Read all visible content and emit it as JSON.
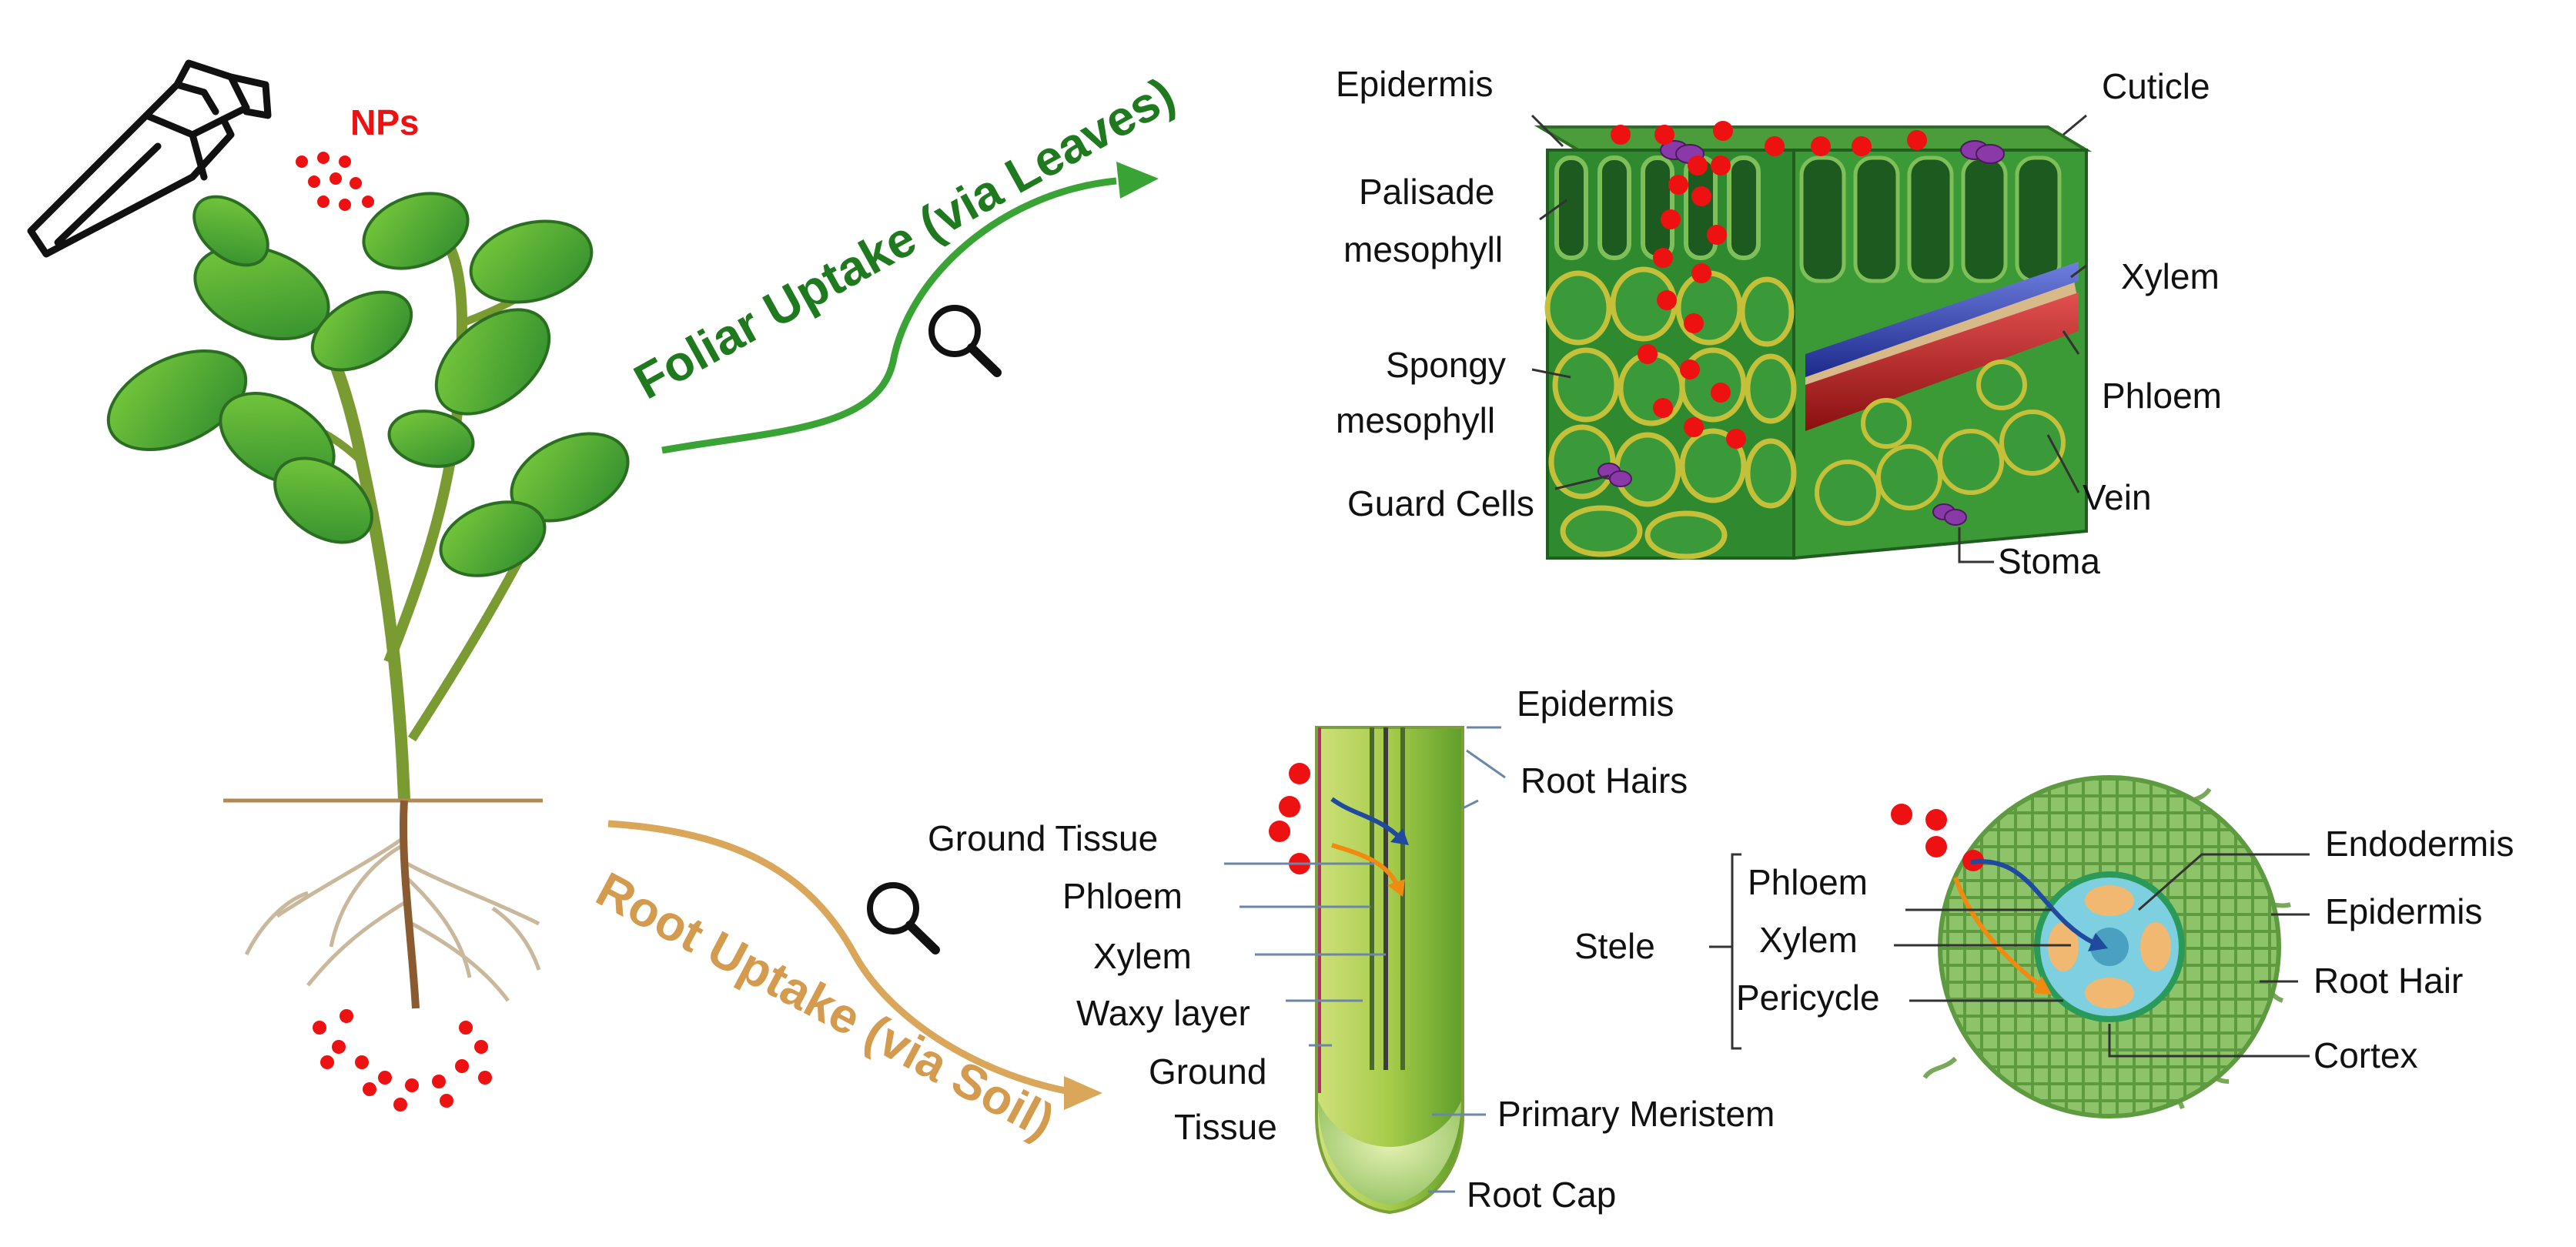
{
  "nanoparticle_label": "NPs",
  "pathways": {
    "foliar": "Foliar Uptake (via Leaves)",
    "root": "Root Uptake (via Soil)"
  },
  "leaf_section": {
    "labels": {
      "epidermis": "Epidermis",
      "palisade_1": "Palisade",
      "palisade_2": "mesophyll",
      "spongy_1": "Spongy",
      "spongy_2": "mesophyll",
      "guard_cells": "Guard Cells",
      "cuticle": "Cuticle",
      "xylem": "Xylem",
      "phloem": "Phloem",
      "vein": "Vein",
      "stoma": "Stoma"
    }
  },
  "root_longitudinal": {
    "labels": {
      "epidermis": "Epidermis",
      "root_hairs": "Root Hairs",
      "ground_tissue_top": "Ground Tissue",
      "phloem": "Phloem",
      "xylem": "Xylem",
      "waxy_layer": "Waxy layer",
      "ground_tissue_1": "Ground",
      "ground_tissue_2": "Tissue",
      "primary_meristem": "Primary Meristem",
      "root_cap": "Root Cap"
    }
  },
  "root_cross_section": {
    "labels": {
      "stele": "Stele",
      "phloem": "Phloem",
      "xylem": "Xylem",
      "pericycle": "Pericycle",
      "endodermis": "Endodermis",
      "epidermis": "Epidermis",
      "root_hair": "Root Hair",
      "cortex": "Cortex"
    }
  },
  "colors": {
    "nanoparticle": "#ee1111",
    "foliar_arrow": "#3aa335",
    "foliar_text": "#1f7a1f",
    "root_arrow": "#d9a65a",
    "root_text": "#d49a4e",
    "xylem_blue": "#2c3fa8",
    "phloem_red": "#b3201f",
    "leaf_green": "#2f8a2f"
  },
  "icons": [
    "spray-bottle-icon",
    "magnifier-icon"
  ]
}
